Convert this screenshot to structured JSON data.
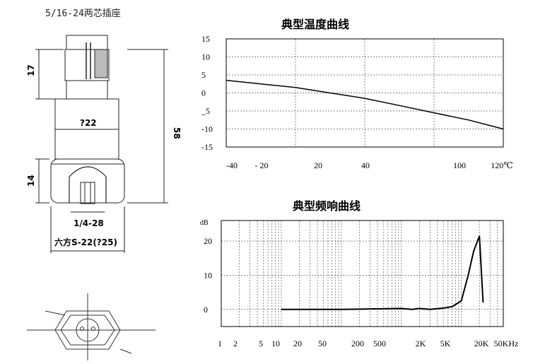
{
  "drawing": {
    "connector_title": "5/16-24两芯插座",
    "dim_17": "17",
    "dim_22": "?22",
    "dim_58": "58",
    "dim_14": "14",
    "thread": "1/4-28",
    "hex": "六方S-22(?25)"
  },
  "chart_data": [
    {
      "type": "line",
      "title": "典型温度曲线",
      "xlabel": "",
      "ylabel": "",
      "x_ticks": [
        "-40",
        "- 20",
        "20",
        "40",
        "100",
        "120℃"
      ],
      "y_ticks": [
        "15",
        "10",
        "5",
        "0",
        "_5",
        "-10",
        "-15"
      ],
      "ylim": [
        -15,
        15
      ],
      "grid": true,
      "series": [
        {
          "x": [
            -40,
            -20,
            0,
            20,
            40,
            60,
            80,
            100,
            120
          ],
          "y": [
            3.5,
            2.5,
            1.5,
            0,
            -1.5,
            -3.5,
            -5.5,
            -7.5,
            -10
          ]
        }
      ]
    },
    {
      "type": "line",
      "title": "典型频响曲线",
      "xlabel": "",
      "ylabel": "dB",
      "log_x": true,
      "x_ticks": [
        "1",
        "2",
        "5",
        "10",
        "20",
        "50",
        "200",
        "500",
        "2K",
        "5K",
        "20K",
        "50KHz"
      ],
      "y_ticks": [
        "20",
        "10",
        "0"
      ],
      "ylim": [
        -5,
        26
      ],
      "grid": true,
      "series": [
        {
          "x": [
            10,
            100,
            1000,
            1500,
            2000,
            3000,
            5000,
            7000,
            10000,
            13000,
            16000,
            20000,
            23000
          ],
          "y": [
            0,
            0,
            0.3,
            0,
            0.3,
            0,
            0.4,
            0.8,
            2.5,
            10,
            17,
            21.5,
            2
          ]
        }
      ]
    }
  ]
}
